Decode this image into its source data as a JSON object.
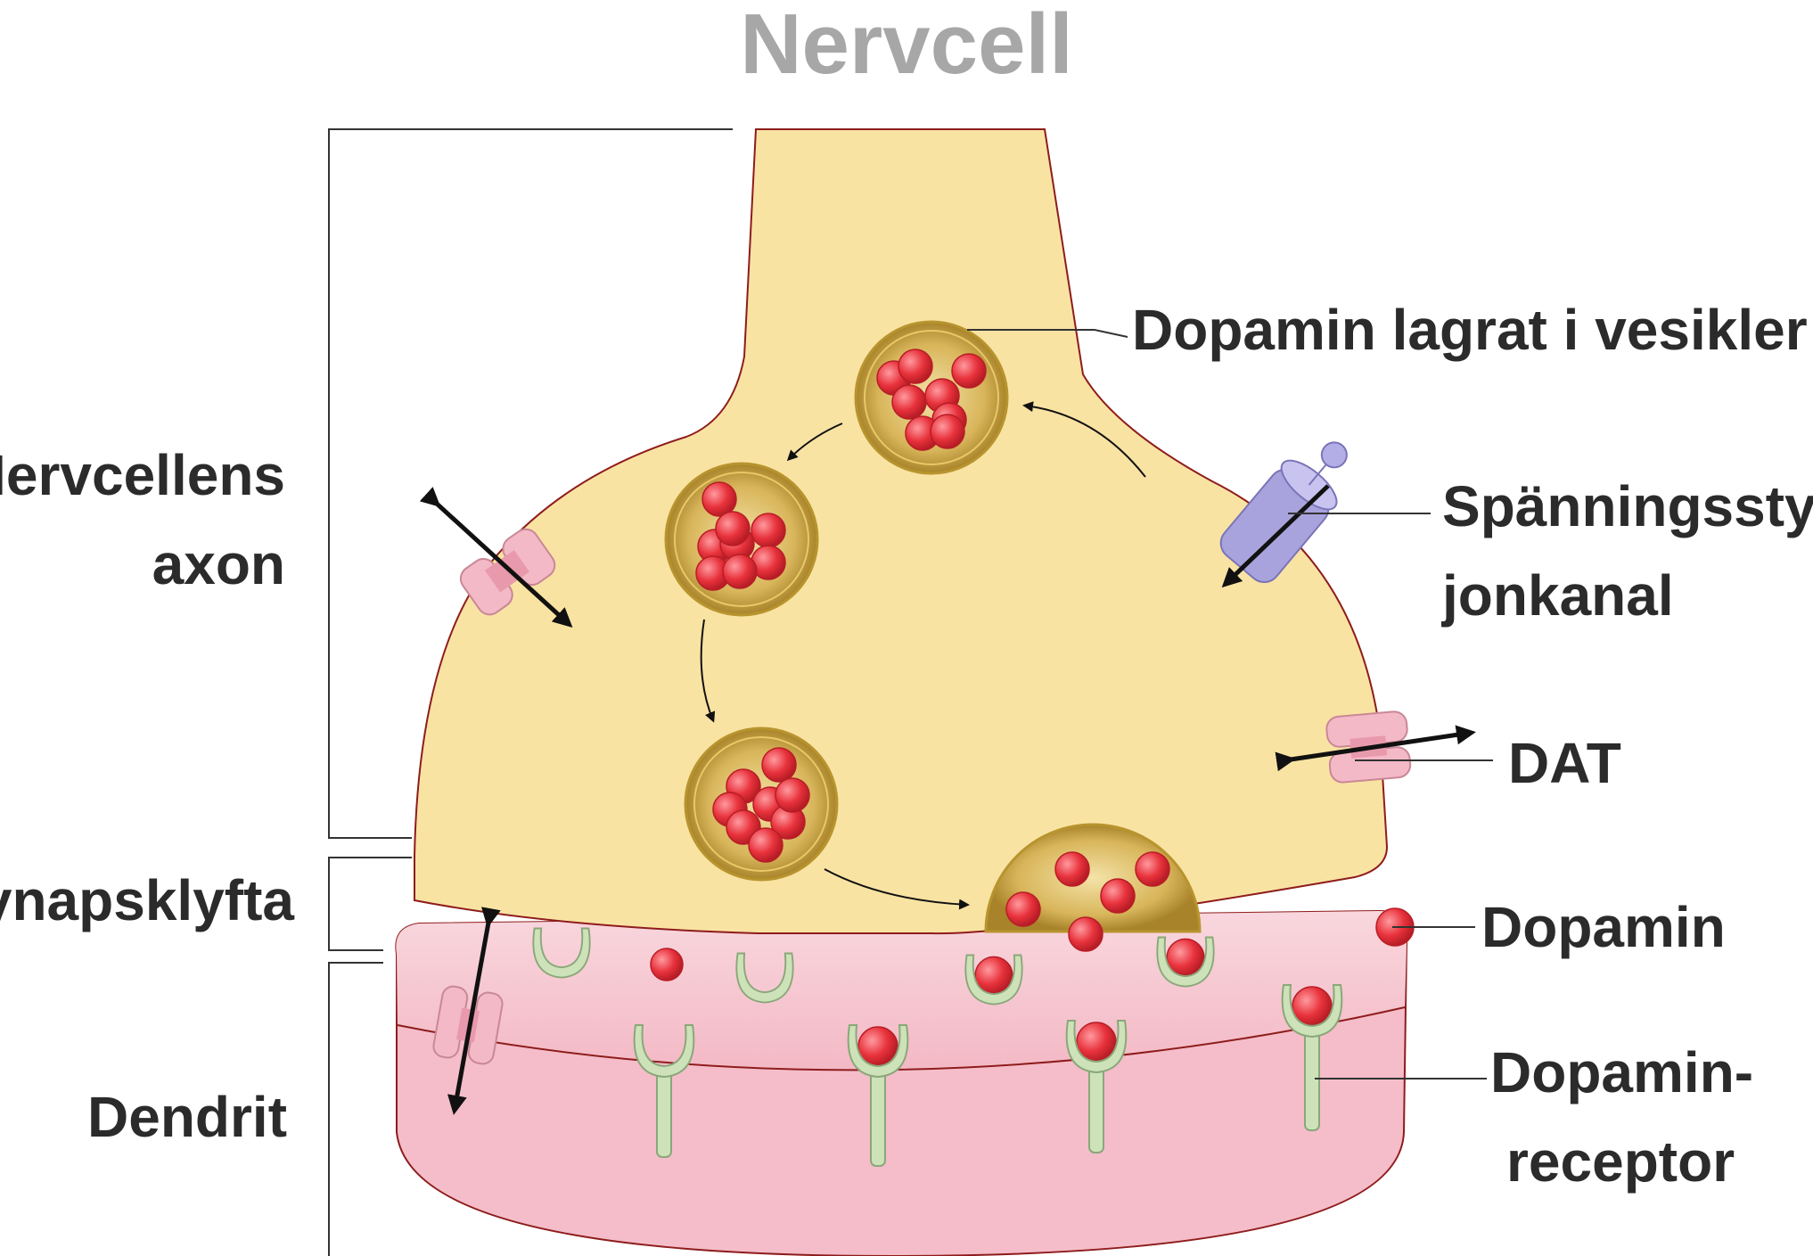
{
  "title": "Nervcell",
  "labels": {
    "axon_line1": "Nervcellens",
    "axon_line2": "axon",
    "cleft": "Synapsklyfta",
    "dendrite": "Dendrit",
    "vesicles": "Dopamin lagrat i vesikler",
    "channel_line1": "Spänningsstyrd",
    "channel_line2": "jonkanal",
    "dat": "DAT",
    "dopamine": "Dopamin",
    "receptor_line1": "Dopamin-",
    "receptor_line2": "receptor"
  },
  "colors": {
    "axon_fill": "#f9e3a3",
    "axon_stroke": "#8e1c1c",
    "dendrite_fill": "#f6c3cd",
    "dendrite_top": "#f9d5dd",
    "vesicle_fill": "#c9a53a",
    "dopamine": "#e8323c",
    "receptor": "#cde2b8",
    "transporter": "#f4b9c6",
    "channel": "#a9a3dd"
  }
}
